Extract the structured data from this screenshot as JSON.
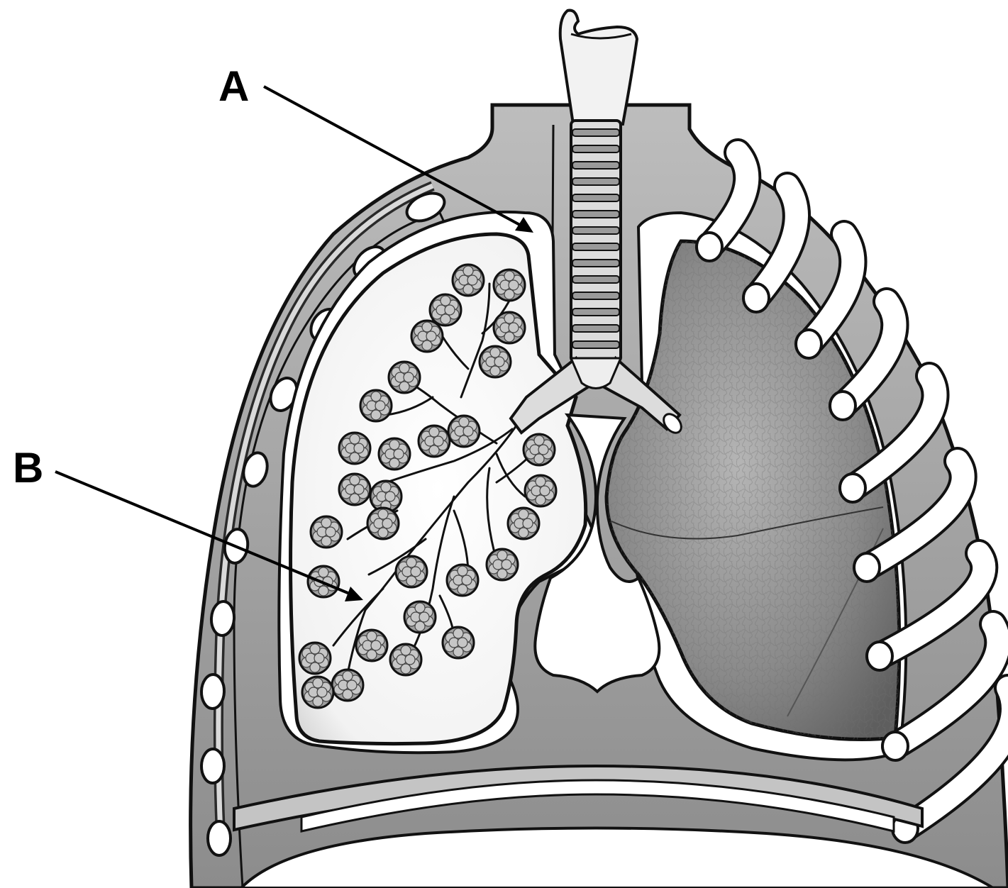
{
  "diagram": {
    "labels": [
      {
        "id": "A",
        "text": "A"
      },
      {
        "id": "B",
        "text": "B"
      }
    ]
  },
  "colors": {
    "background": "#ffffff",
    "outline": "#111111",
    "cavity_wall": "#9a9a9a",
    "wall_light": "#c8c8c8",
    "rib": "#ffffff",
    "lung_tissue": "#8f8f8f",
    "alveoli": "#b8b8b8"
  }
}
